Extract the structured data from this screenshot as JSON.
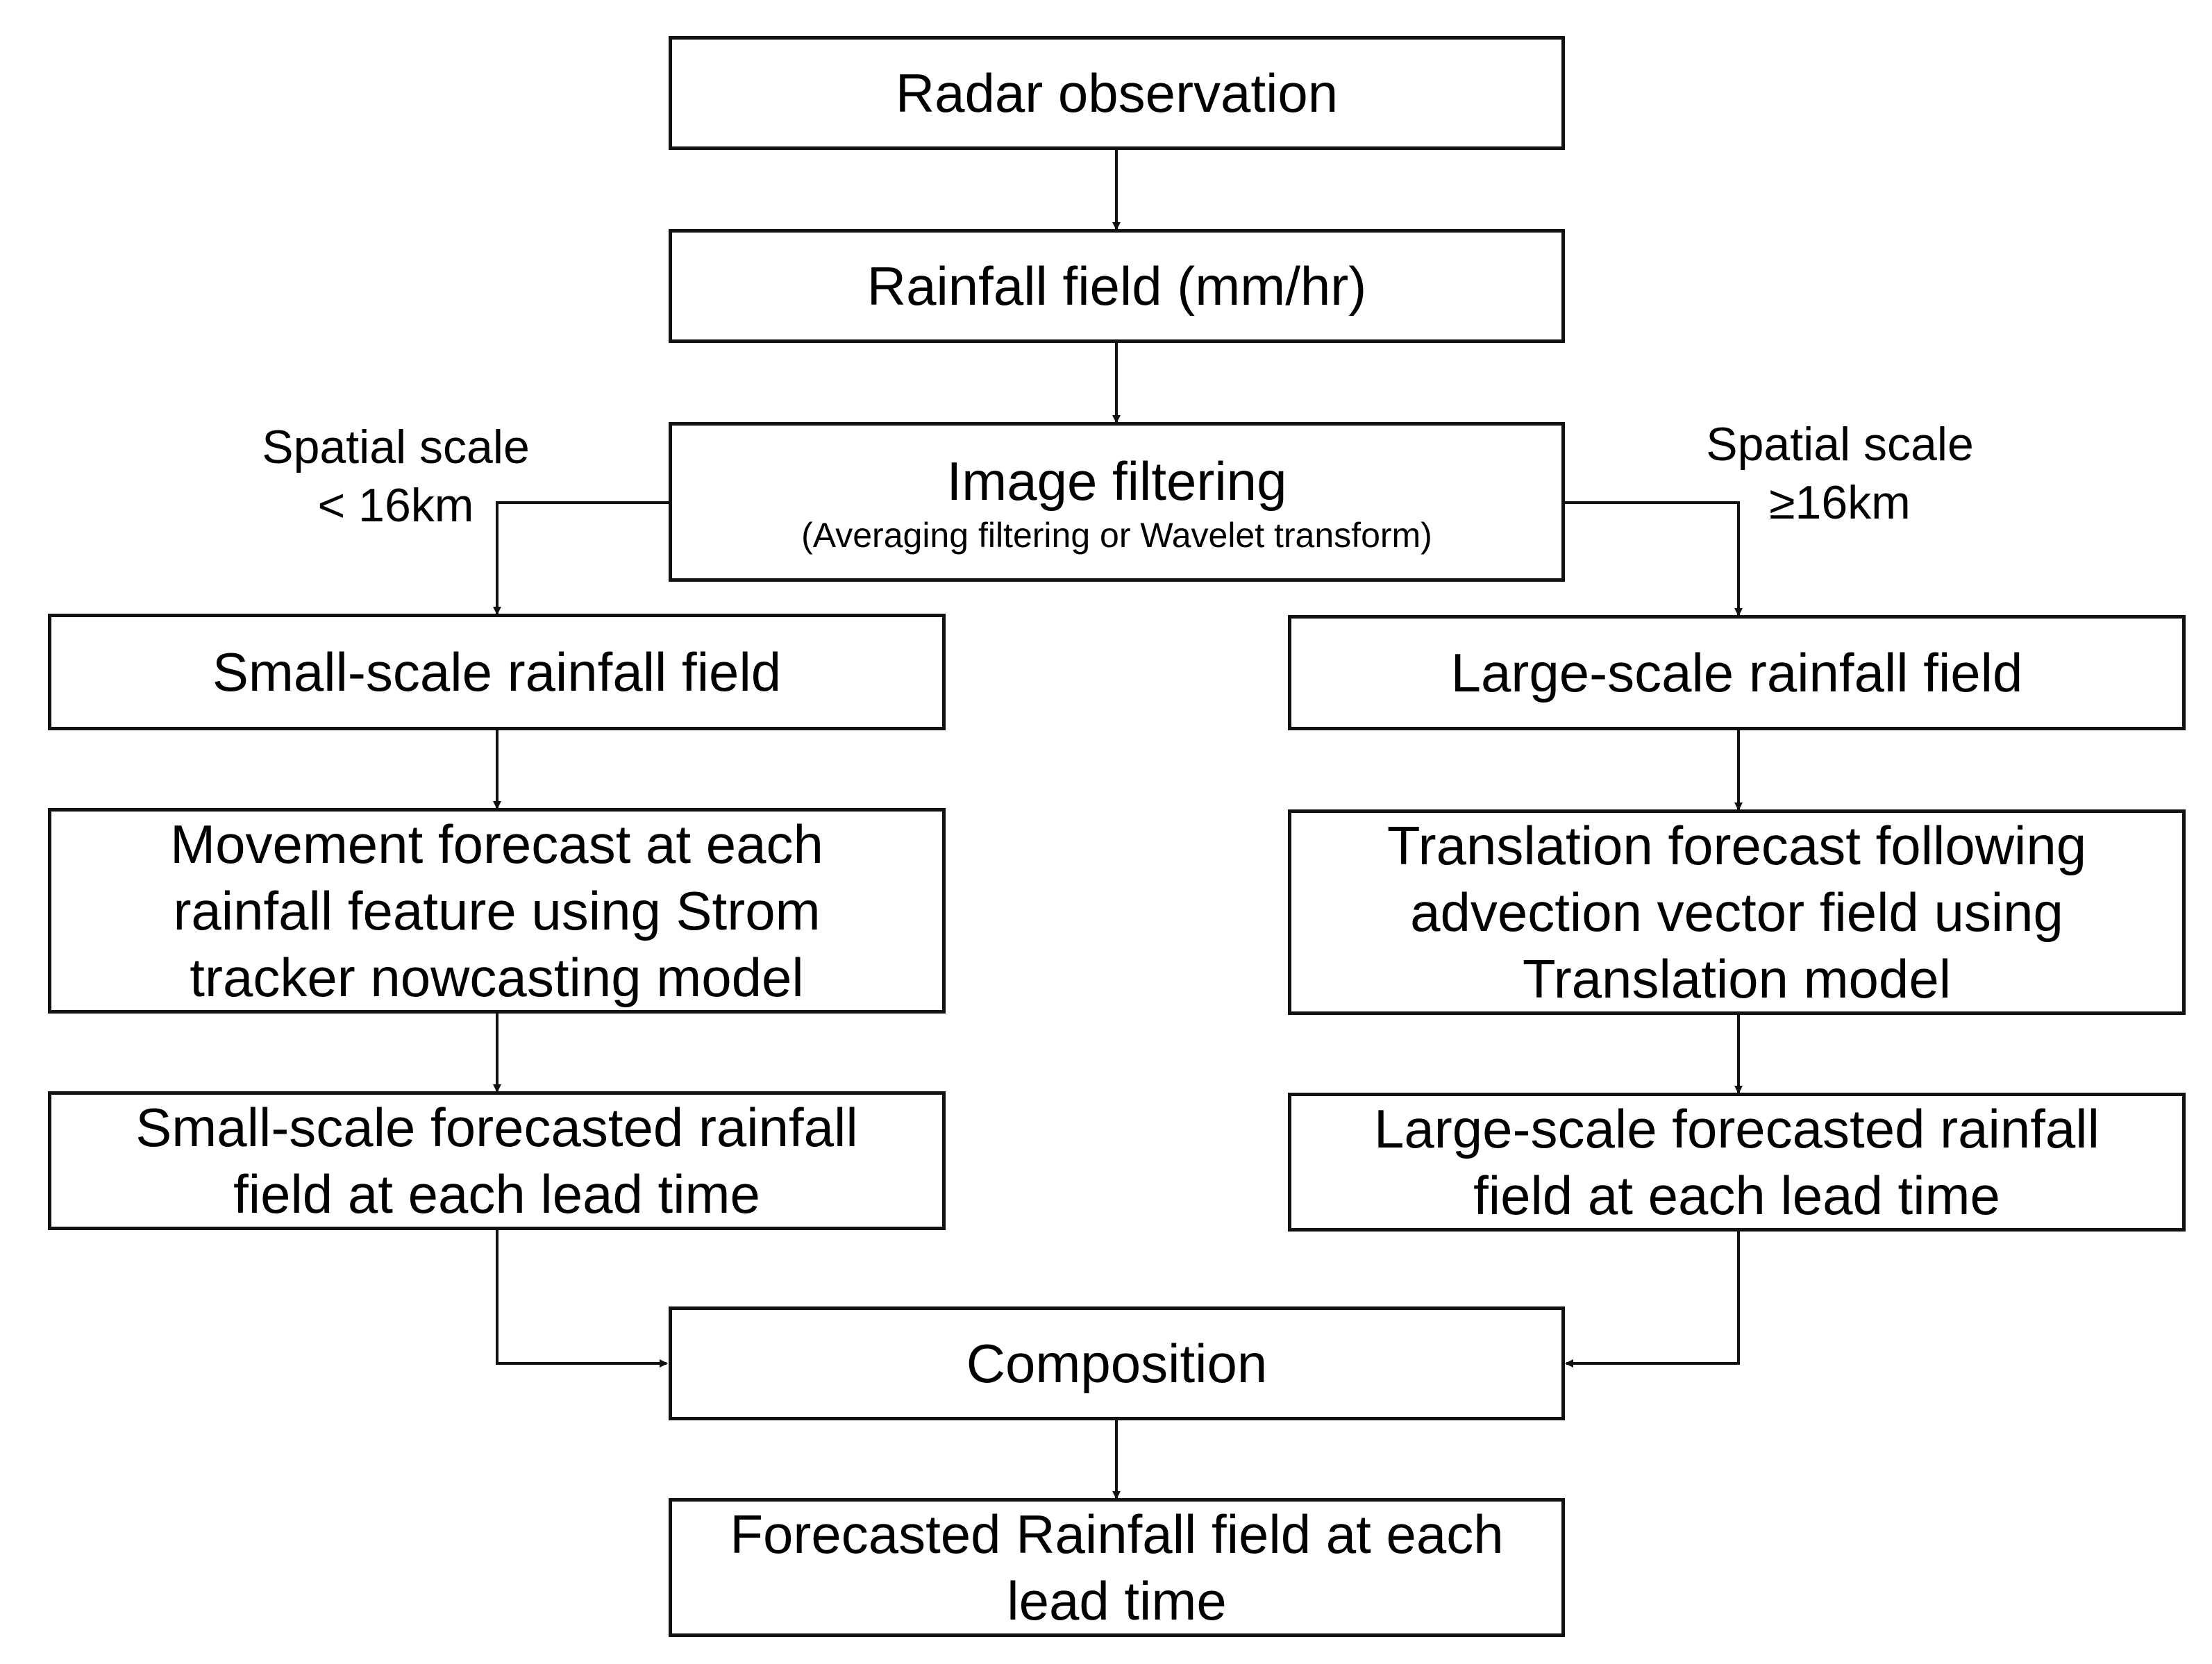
{
  "nodes": {
    "radar": "Radar observation",
    "rainfall_field": "Rainfall field (mm/hr)",
    "filtering_title": "Image filtering",
    "filtering_sub": "(Averaging filtering or Wavelet transform)",
    "small_field": "Small-scale rainfall field",
    "large_field": "Large-scale rainfall field",
    "movement": [
      "Movement forecast at each",
      "rainfall feature using Strom",
      "tracker nowcasting model"
    ],
    "translation": [
      "Translation forecast following",
      "advection vector field using",
      "Translation model"
    ],
    "small_forecast": [
      "Small-scale forecasted rainfall",
      "field at each lead time"
    ],
    "large_forecast": [
      "Large-scale forecasted rainfall",
      "field at each lead time"
    ],
    "composition": "Composition",
    "final": [
      "Forecasted Rainfall field at each",
      "lead time"
    ]
  },
  "branch_labels": {
    "left": [
      "Spatial scale",
      "< 16km"
    ],
    "right": [
      "Spatial scale",
      "≥16km"
    ]
  },
  "colors": {
    "stroke": "#111111",
    "background": "#ffffff"
  }
}
